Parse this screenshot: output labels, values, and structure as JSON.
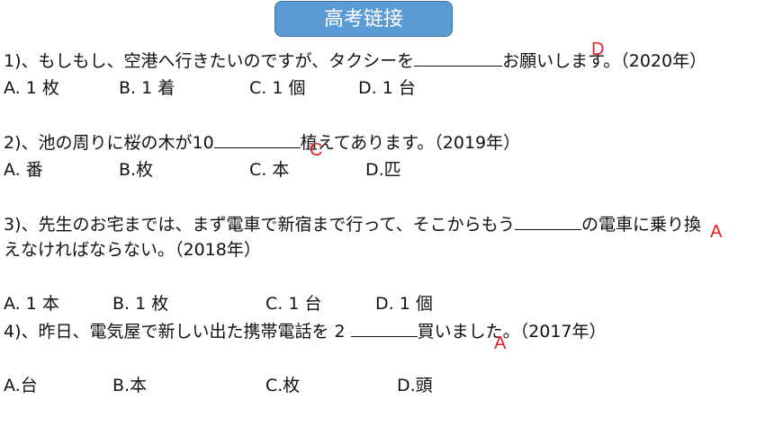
{
  "title": "高考链接",
  "questions": [
    {
      "before": "1)、もしもし、空港へ行きたいのですが、タクシーを",
      "after": "お願いします。（2020年）",
      "options": [
        "A. 1 枚",
        "B. 1 着",
        "C. 1 個",
        "D. 1 台"
      ],
      "answer": "D"
    },
    {
      "before": "2)、池の周りに桜の木が10",
      "after": "植えてあります。（2019年）",
      "options": [
        "A. 番",
        "B.枚",
        "C. 本",
        "D.匹"
      ],
      "answer": "C"
    },
    {
      "before": "3)、先生のお宅までは、まず電車で新宿まで行って、そこからもう",
      "after": "の電車に乗り換",
      "line2": "えなければならない。（2018年）",
      "options": [
        "A. 1 本",
        "B. 1 枚",
        "C. 1 台",
        "D. 1 個"
      ],
      "answer": "A"
    },
    {
      "before": "4)、昨日、電気屋で新しい出た携帯電話を 2 ",
      "after": "買いました。（2017年）",
      "options": [
        "A.台",
        "B.本",
        "C.枚",
        "D.頭"
      ],
      "answer": "A"
    }
  ],
  "colors": {
    "title_bg": "#5b9bd5",
    "answer": "#e8202a"
  }
}
